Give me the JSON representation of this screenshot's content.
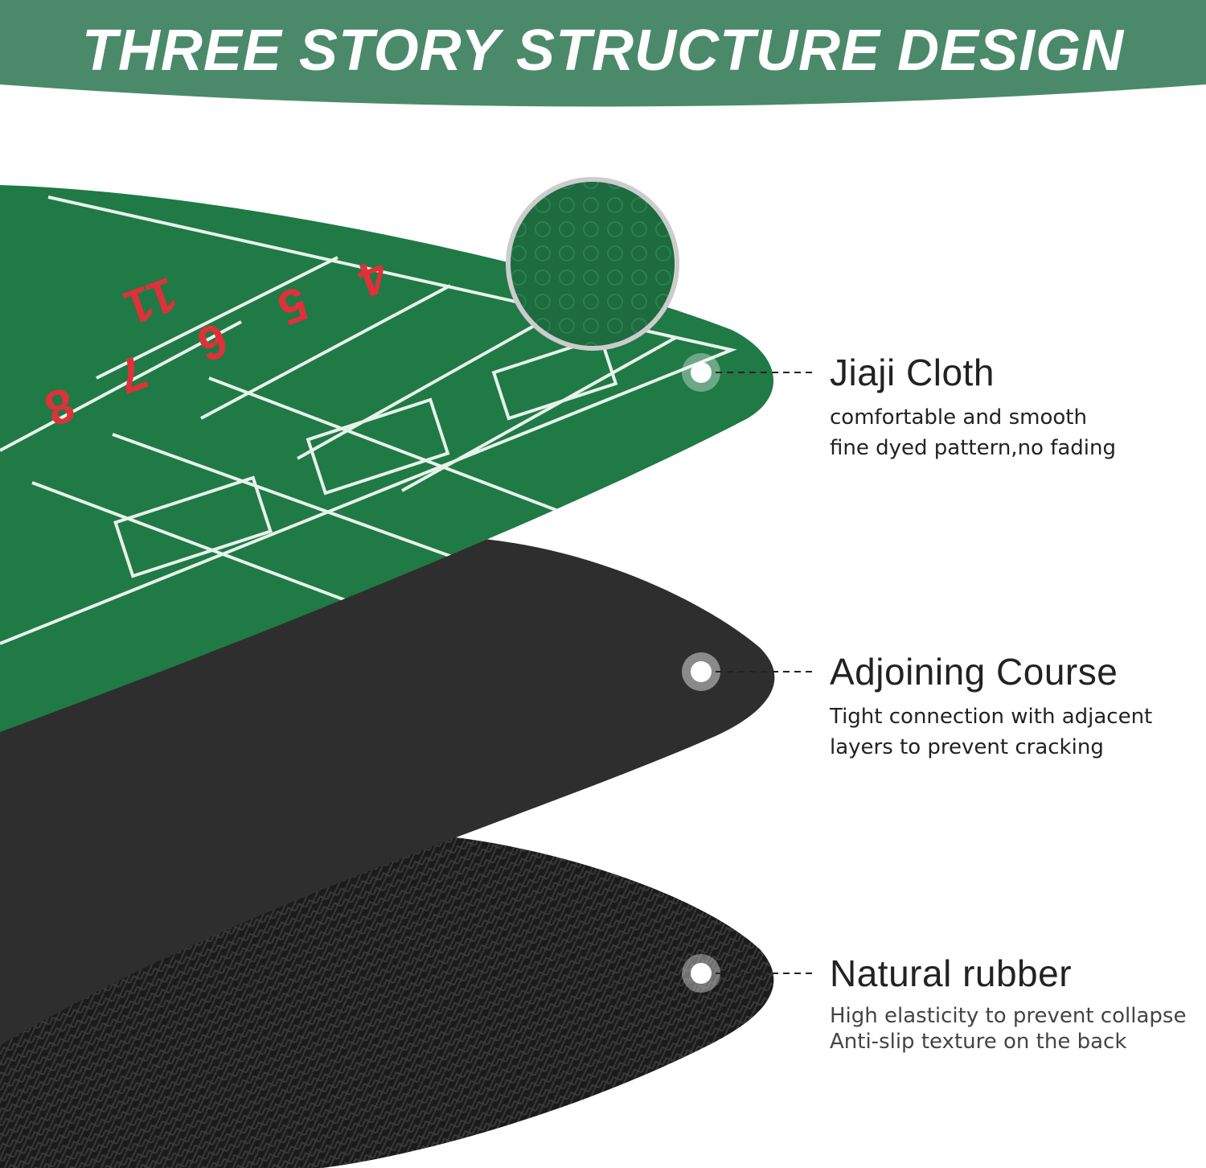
{
  "header": {
    "title": "THREE STORY STRUCTURE DESIGN"
  },
  "colors": {
    "header": "#4a8a6b",
    "cloth": "#1f7a45",
    "middle": "#2e2e2e",
    "rubber": "#1a1a1a"
  },
  "layers": [
    {
      "name": "Jiaji Cloth",
      "lines": [
        "comfortable and smooth",
        "fine dyed pattern,no fading"
      ]
    },
    {
      "name": "Adjoining Course",
      "lines": [
        "Tight connection with adjacent",
        "layers to prevent cracking"
      ]
    },
    {
      "name": "Natural rubber",
      "lines": [
        "High elasticity to prevent collapse",
        "Anti-slip texture on the back"
      ]
    }
  ]
}
